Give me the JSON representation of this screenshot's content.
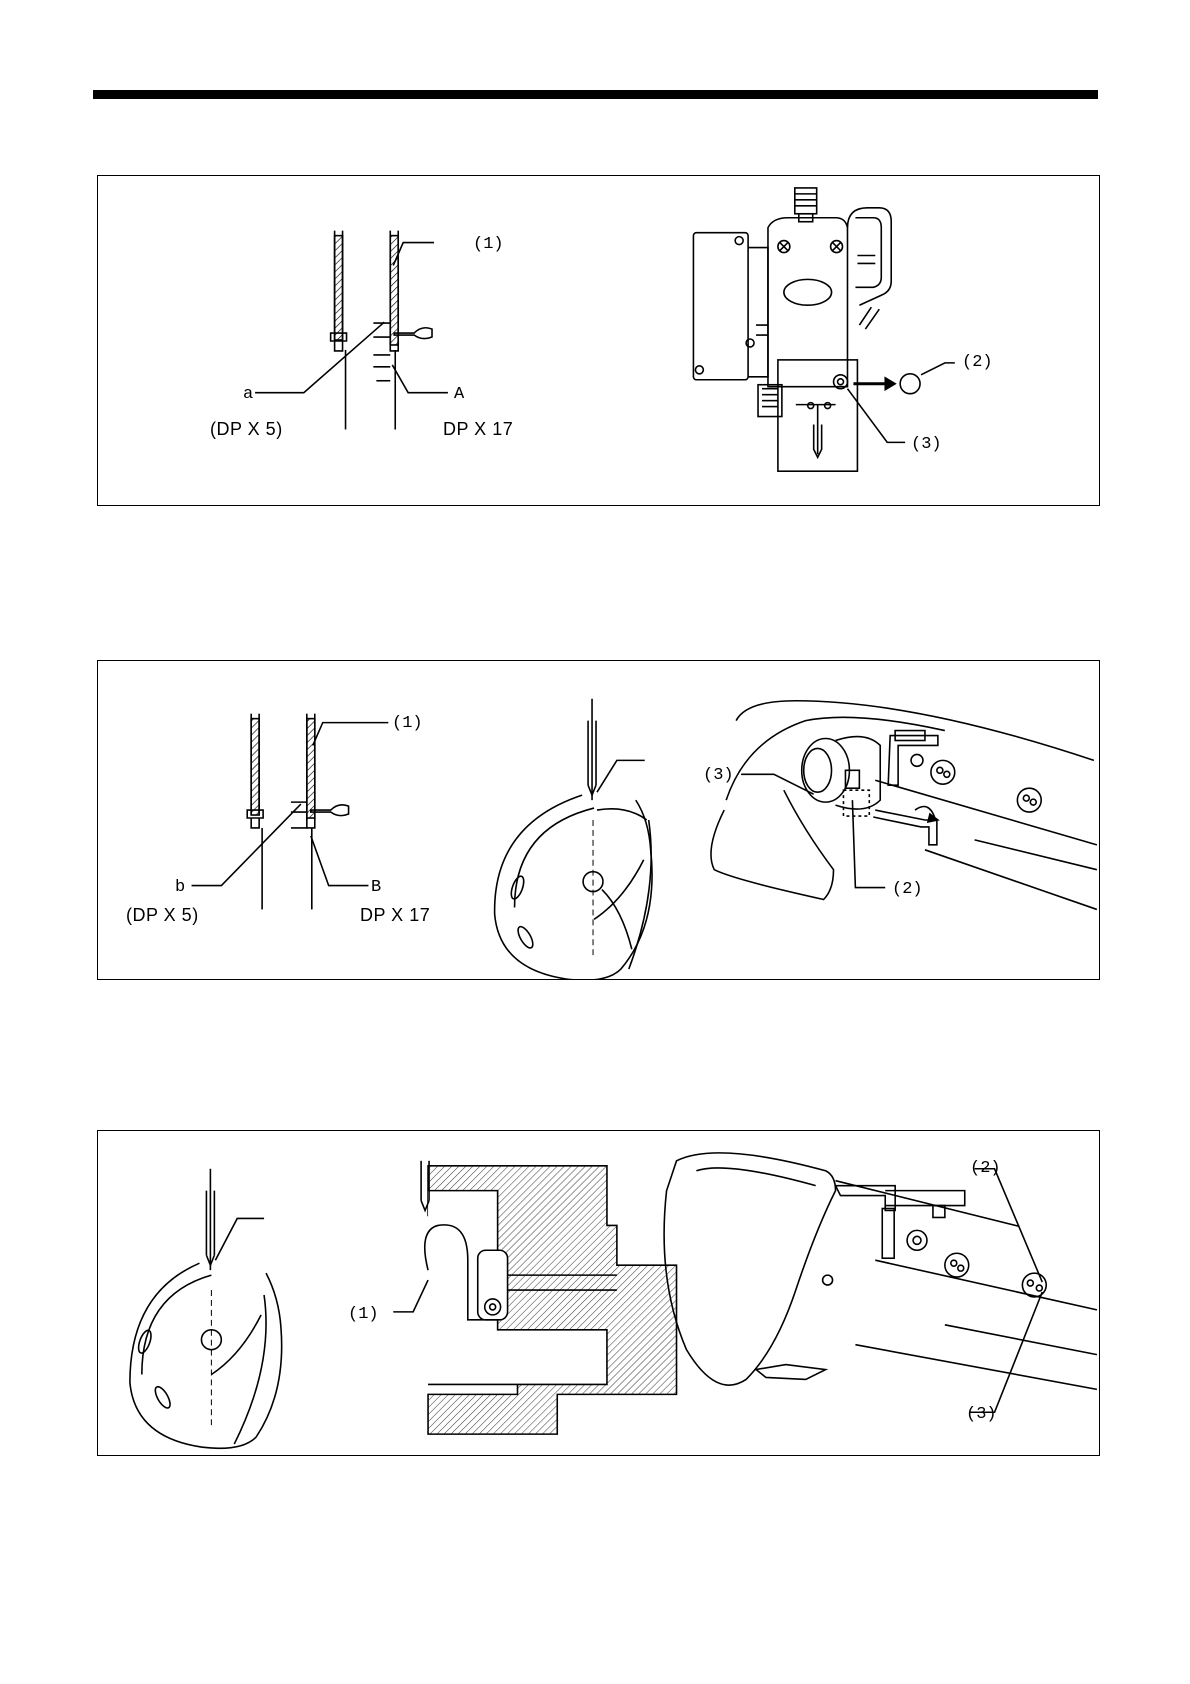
{
  "callouts": {
    "one": "(1)",
    "two": "(2)",
    "three": "(3)",
    "a": "a",
    "A": "A",
    "b": "b",
    "B": "B"
  },
  "needles": {
    "dpx5": "(DP X 5)",
    "dpx17": "DP X 17"
  },
  "colors": {
    "ink": "#000000",
    "hatch": "#444444",
    "paper": "#ffffff"
  }
}
